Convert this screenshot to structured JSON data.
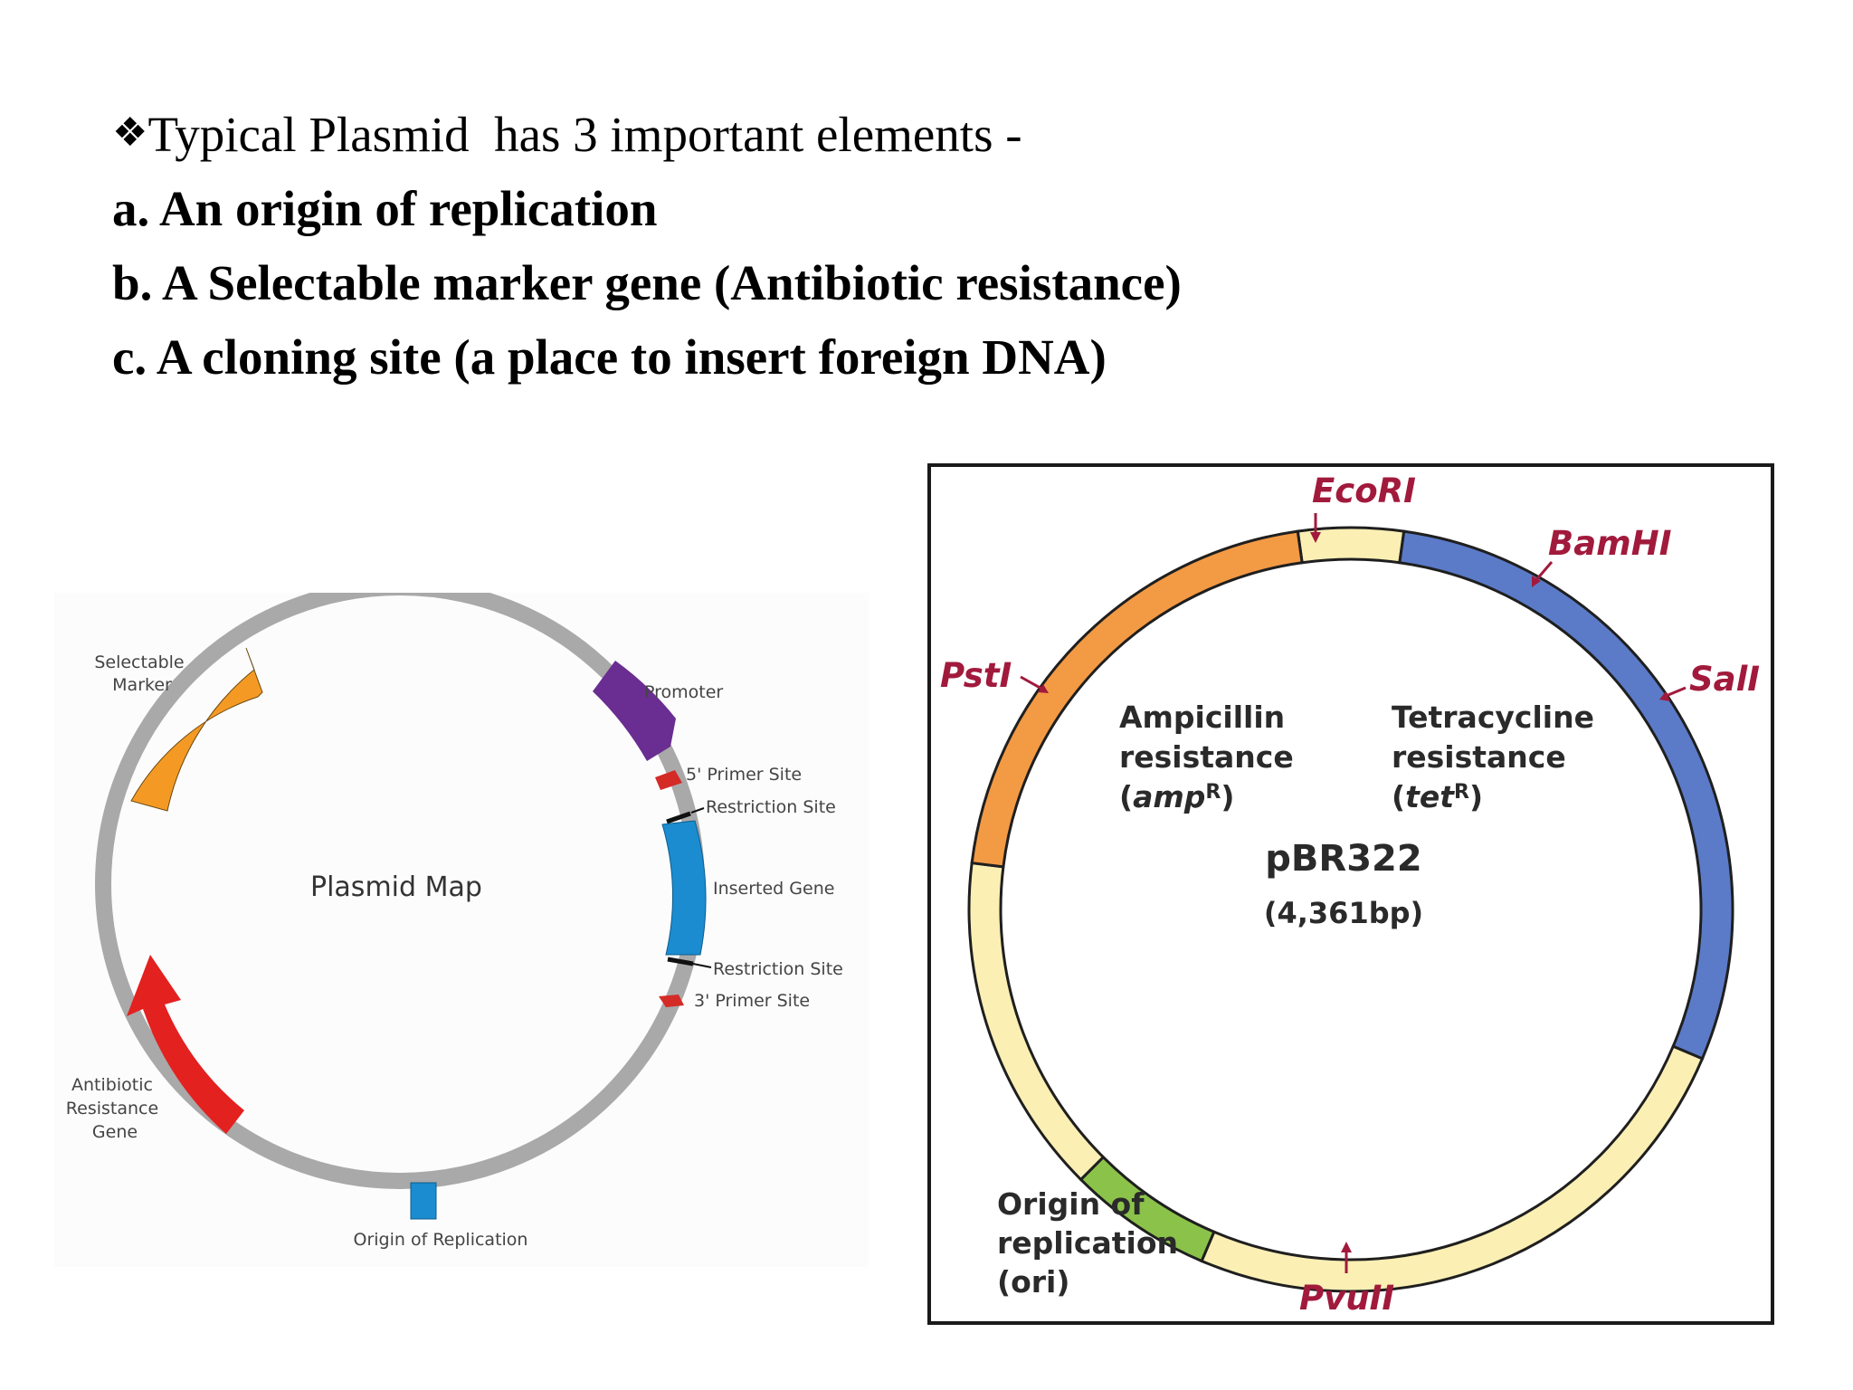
{
  "slide": {
    "heading": "Typical Plasmid  has 3 important elements -",
    "bullet_icon": "four-diamond-bullet-icon",
    "elements": [
      "a. An origin of replication",
      "b. A Selectable marker gene (Antibiotic resistance)",
      "c. A cloning site (a place to insert foreign DNA)"
    ]
  },
  "plasmid_map": {
    "title": "Plasmid Map",
    "labels": {
      "selectable_marker": [
        "Selectable",
        "Marker"
      ],
      "promoter": "Promoter",
      "primer_5": "5' Primer Site",
      "restriction_site_top": "Restriction Site",
      "inserted_gene": "Inserted Gene",
      "restriction_site_bottom": "Restriction Site",
      "primer_3": "3' Primer Site",
      "antibiotic": [
        "Antibiotic",
        "Resistance",
        "Gene"
      ],
      "origin": "Origin of Replication"
    },
    "colors": {
      "ring": "#a9a9a9",
      "selectable_marker": "#f49a24",
      "promoter": "#6a2d91",
      "primer": "#d42b27",
      "inserted_gene": "#1b8cd0",
      "antibiotic": "#e3211f",
      "origin": "#1b8cd0"
    }
  },
  "pbr322": {
    "name": "pBR322",
    "size": "(4,361bp)",
    "sites": {
      "ecori": "EcoRI",
      "bamhi": "BamHI",
      "sali": "SalI",
      "psti": "PstI",
      "pvuii": "PvuII"
    },
    "amp": {
      "line1": "Ampicillin",
      "line2": "resistance",
      "open": "(",
      "gene": "amp",
      "sup": "R",
      "close": ")"
    },
    "tet": {
      "line1": "Tetracycline",
      "line2": "resistance",
      "open": "(",
      "gene": "tet",
      "sup": "R",
      "close": ")"
    },
    "ori": [
      "Origin of",
      "replication",
      "(ori)"
    ],
    "colors": {
      "site_text": "#a11a3c",
      "amp": "#f39a44",
      "tet": "#5b7bc8",
      "ori": "#8bc34a",
      "backbone": "#fbefb4",
      "outline": "#1f1f1f"
    }
  }
}
